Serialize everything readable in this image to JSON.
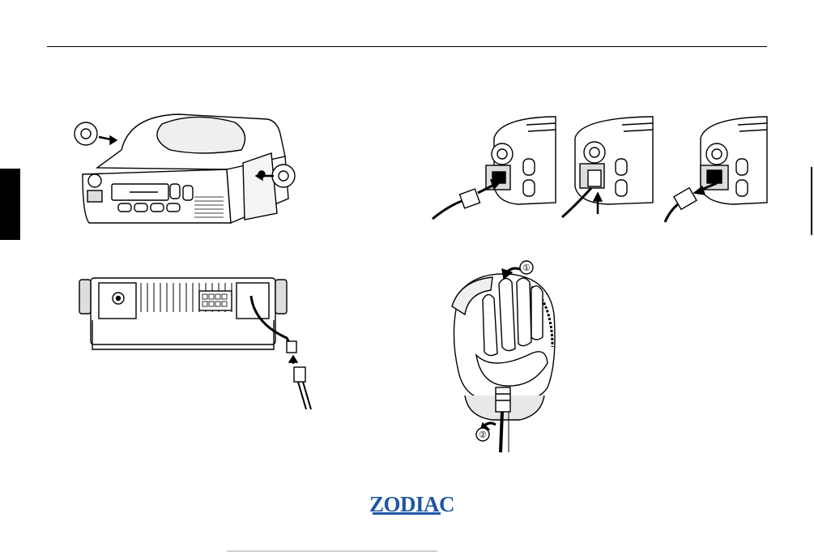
{
  "brand": {
    "logo_text": "ZODIAC",
    "color": "#1f56a5"
  },
  "callouts": {
    "step1": "①",
    "step2": "②"
  },
  "colors": {
    "ink": "#000000",
    "paper": "#ffffff",
    "shade": "#e8e8e8"
  },
  "figures": [
    "mounting-bracket-knobs",
    "rear-panel-power-connector",
    "mic-connector-plug",
    "mic-connector-latch",
    "mic-connector-unplug",
    "hand-held-microphone"
  ]
}
